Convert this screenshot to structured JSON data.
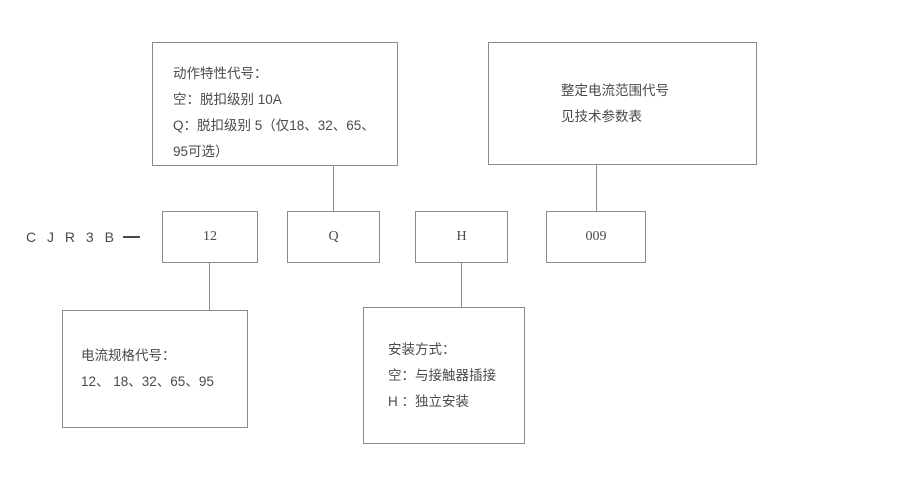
{
  "diagram": {
    "title": "CJR3B model code designation diagram",
    "series_label": "C J R 3 B",
    "separator": "—",
    "line_color": "#8c8c8c",
    "text_color": "#4a4a4a",
    "background": "#ffffff"
  },
  "code_boxes": [
    {
      "id": "current-rating",
      "value": "12"
    },
    {
      "id": "trip-characteristic",
      "value": "Q"
    },
    {
      "id": "mounting-type",
      "value": "H"
    },
    {
      "id": "setting-current-range",
      "value": "009"
    }
  ],
  "descriptions": {
    "trip_characteristic": {
      "id": "trip-characteristic-desc",
      "lines": [
        "动作特性代号：",
        "空：脱扣级别 10A",
        "Q：脱扣级别 5（仅18、32、65、95可选）"
      ]
    },
    "setting_current_range": {
      "id": "setting-current-range-desc",
      "lines": [
        "整定电流范围代号",
        "见技术参数表"
      ]
    },
    "current_rating": {
      "id": "current-rating-desc",
      "lines": [
        "电流规格代号：",
        "12、 18、32、65、95"
      ]
    },
    "mounting_type": {
      "id": "mounting-type-desc",
      "lines": [
        "安装方式：",
        "空：与接触器插接",
        "H ：独立安装"
      ]
    }
  }
}
